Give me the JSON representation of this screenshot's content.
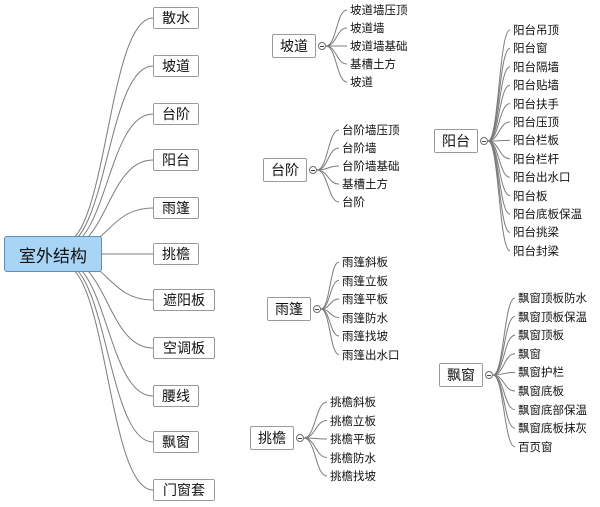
{
  "root": "室外结构",
  "branches": [
    "散水",
    "坡道",
    "台阶",
    "阳台",
    "雨篷",
    "挑檐",
    "遮阳板",
    "空调板",
    "腰线",
    "飘窗",
    "门窗套"
  ],
  "groups": {
    "podao": {
      "title": "坡道",
      "items": [
        "坡道墙压顶",
        "坡道墙",
        "坡道墙基础",
        "基槽土方",
        "坡道"
      ]
    },
    "taijie": {
      "title": "台阶",
      "items": [
        "台阶墙压顶",
        "台阶墙",
        "台阶墙基础",
        "基槽土方",
        "台阶"
      ]
    },
    "yupeng": {
      "title": "雨篷",
      "items": [
        "雨篷斜板",
        "雨篷立板",
        "雨篷平板",
        "雨篷防水",
        "雨篷找坡",
        "雨篷出水口"
      ]
    },
    "tiaoyan": {
      "title": "挑檐",
      "items": [
        "挑檐斜板",
        "挑檐立板",
        "挑檐平板",
        "挑檐防水",
        "挑檐找坡"
      ]
    },
    "yangtai": {
      "title": "阳台",
      "items": [
        "阳台吊顶",
        "阳台窗",
        "阳台隔墙",
        "阳台贴墙",
        "阳台扶手",
        "阳台压顶",
        "阳台栏板",
        "阳台栏杆",
        "阳台出水口",
        "阳台板",
        "阳台底板保温",
        "阳台挑梁",
        "阳台封梁"
      ]
    },
    "piaochuang": {
      "title": "飘窗",
      "items": [
        "飘窗顶板防水",
        "飘窗顶板保温",
        "飘窗顶板",
        "飘窗",
        "飘窗护栏",
        "飘窗底板",
        "飘窗底部保温",
        "飘窗底板抹灰",
        "百页窗"
      ]
    }
  }
}
